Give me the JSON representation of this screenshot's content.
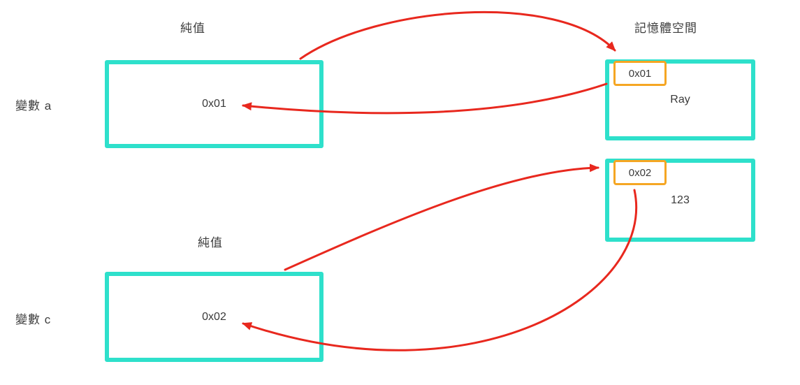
{
  "labels": {
    "pure_value_top": "純值",
    "memory_space": "記憶體空間",
    "pure_value_mid": "純值",
    "variable_a": "變數 a",
    "variable_c": "變數 c"
  },
  "boxes": {
    "var_a_value": "0x01",
    "var_c_value": "0x02",
    "mem1_address": "0x01",
    "mem1_value": "Ray",
    "mem2_address": "0x02",
    "mem2_value": "123"
  },
  "colors": {
    "box_border_teal": "#2ee0cb",
    "address_tag_orange": "#f5a623",
    "arrow_red": "#e8281e",
    "text": "#3a3a3a"
  }
}
